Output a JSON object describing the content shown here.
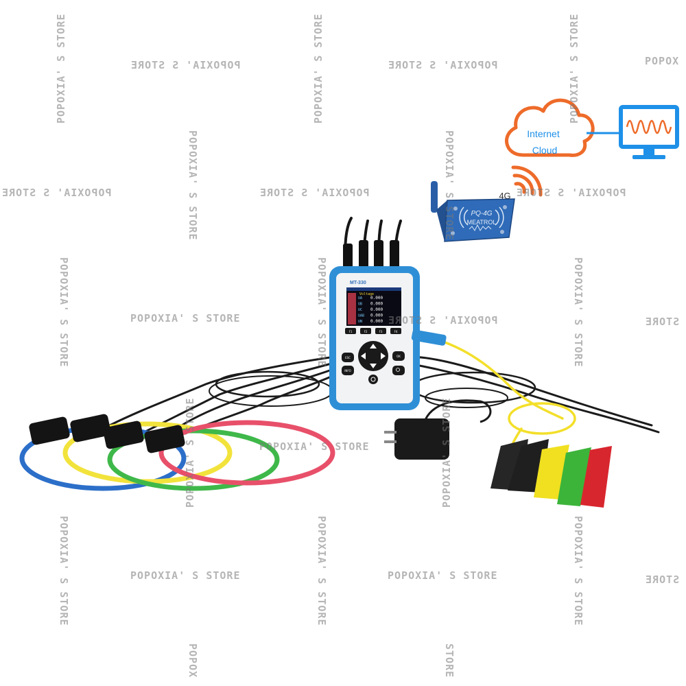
{
  "cloud": {
    "line1": "Internet",
    "line2": "Cloud"
  },
  "network": {
    "label": "4G"
  },
  "module": {
    "label": "PQ-4G",
    "brand": "MEATROL"
  },
  "device": {
    "model": "MT-330",
    "screen_title": "Voltage",
    "rows": [
      {
        "label": "UA",
        "value": "0.000"
      },
      {
        "label": "UB",
        "value": "0.000"
      },
      {
        "label": "UC",
        "value": "0.000"
      },
      {
        "label": "UAB",
        "value": "0.000"
      },
      {
        "label": "UN",
        "value": "0.000"
      }
    ],
    "fkeys": [
      "F1",
      "F2",
      "F3",
      "F4"
    ],
    "keys": {
      "esc": "ESC",
      "ok": "OK",
      "info": "INFO"
    }
  },
  "watermark": {
    "text": "POPOXIA' S STORE",
    "short": "POPOX",
    "store": "STORE"
  },
  "colors": {
    "cloud_orange": "#ee6b2a",
    "monitor_blue": "#1e90e8",
    "device_blue": "#2f8fd6",
    "module_blue": "#2a5fa8",
    "coil_blue": "#2c6fc9",
    "coil_yellow": "#f2e33c",
    "coil_green": "#3fb84a",
    "coil_red": "#e8506a"
  }
}
